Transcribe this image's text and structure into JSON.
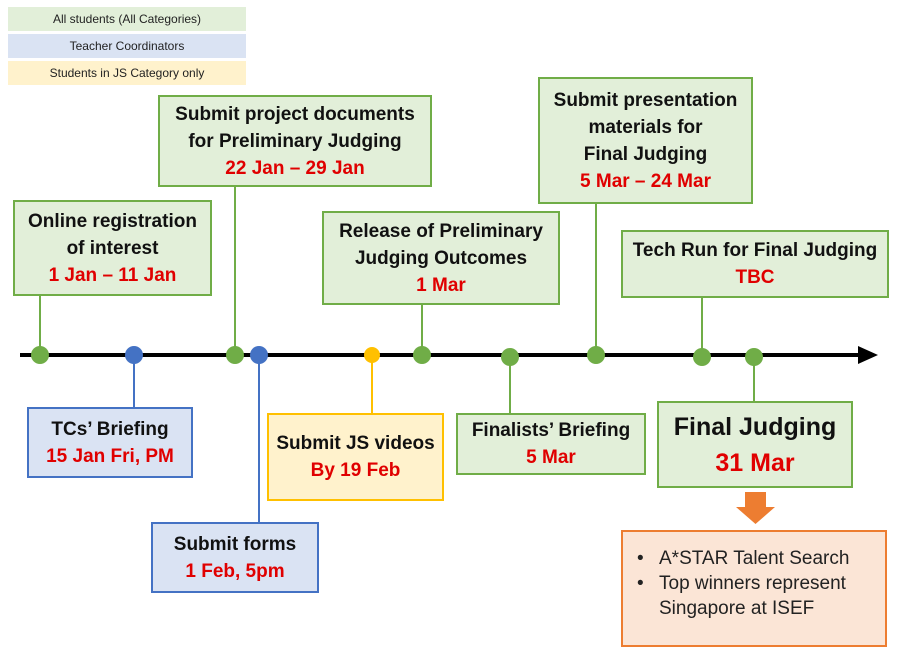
{
  "legend": {
    "all_students": "All students (All Categories)",
    "teacher_coordinators": "Teacher Coordinators",
    "js_only": "Students in JS Category only"
  },
  "events": {
    "online_registration": {
      "title1": "Online registration",
      "title2": "of interest",
      "date": "1 Jan – 11 Jan"
    },
    "submit_project_docs": {
      "title1": "Submit project documents",
      "title2": "for Preliminary Judging",
      "date": "22 Jan – 29 Jan"
    },
    "release_outcomes": {
      "title1": "Release of Preliminary",
      "title2": "Judging Outcomes",
      "date": "1 Mar"
    },
    "submit_presentation": {
      "title1": "Submit presentation",
      "title2": "materials for",
      "title3": "Final Judging",
      "date": "5 Mar – 24 Mar"
    },
    "tech_run": {
      "title": "Tech Run for Final Judging",
      "date": "TBC"
    },
    "tcs_briefing": {
      "title": "TCs’ Briefing",
      "date": "15 Jan Fri, PM"
    },
    "submit_forms": {
      "title": "Submit forms",
      "date": "1 Feb, 5pm"
    },
    "submit_js_videos": {
      "title": "Submit JS videos",
      "date": "By 19 Feb"
    },
    "finalists_briefing": {
      "title": "Finalists’ Briefing",
      "date": "5 Mar"
    },
    "final_judging": {
      "title": "Final Judging",
      "date": "31 Mar"
    }
  },
  "outcomes": [
    "A*STAR Talent Search",
    "Top winners represent Singapore at ISEF"
  ],
  "colors": {
    "green": "#70ad47",
    "blue": "#4472c4",
    "yellow": "#ffc000",
    "orange": "#ed7d31",
    "date_red": "#e00000"
  }
}
